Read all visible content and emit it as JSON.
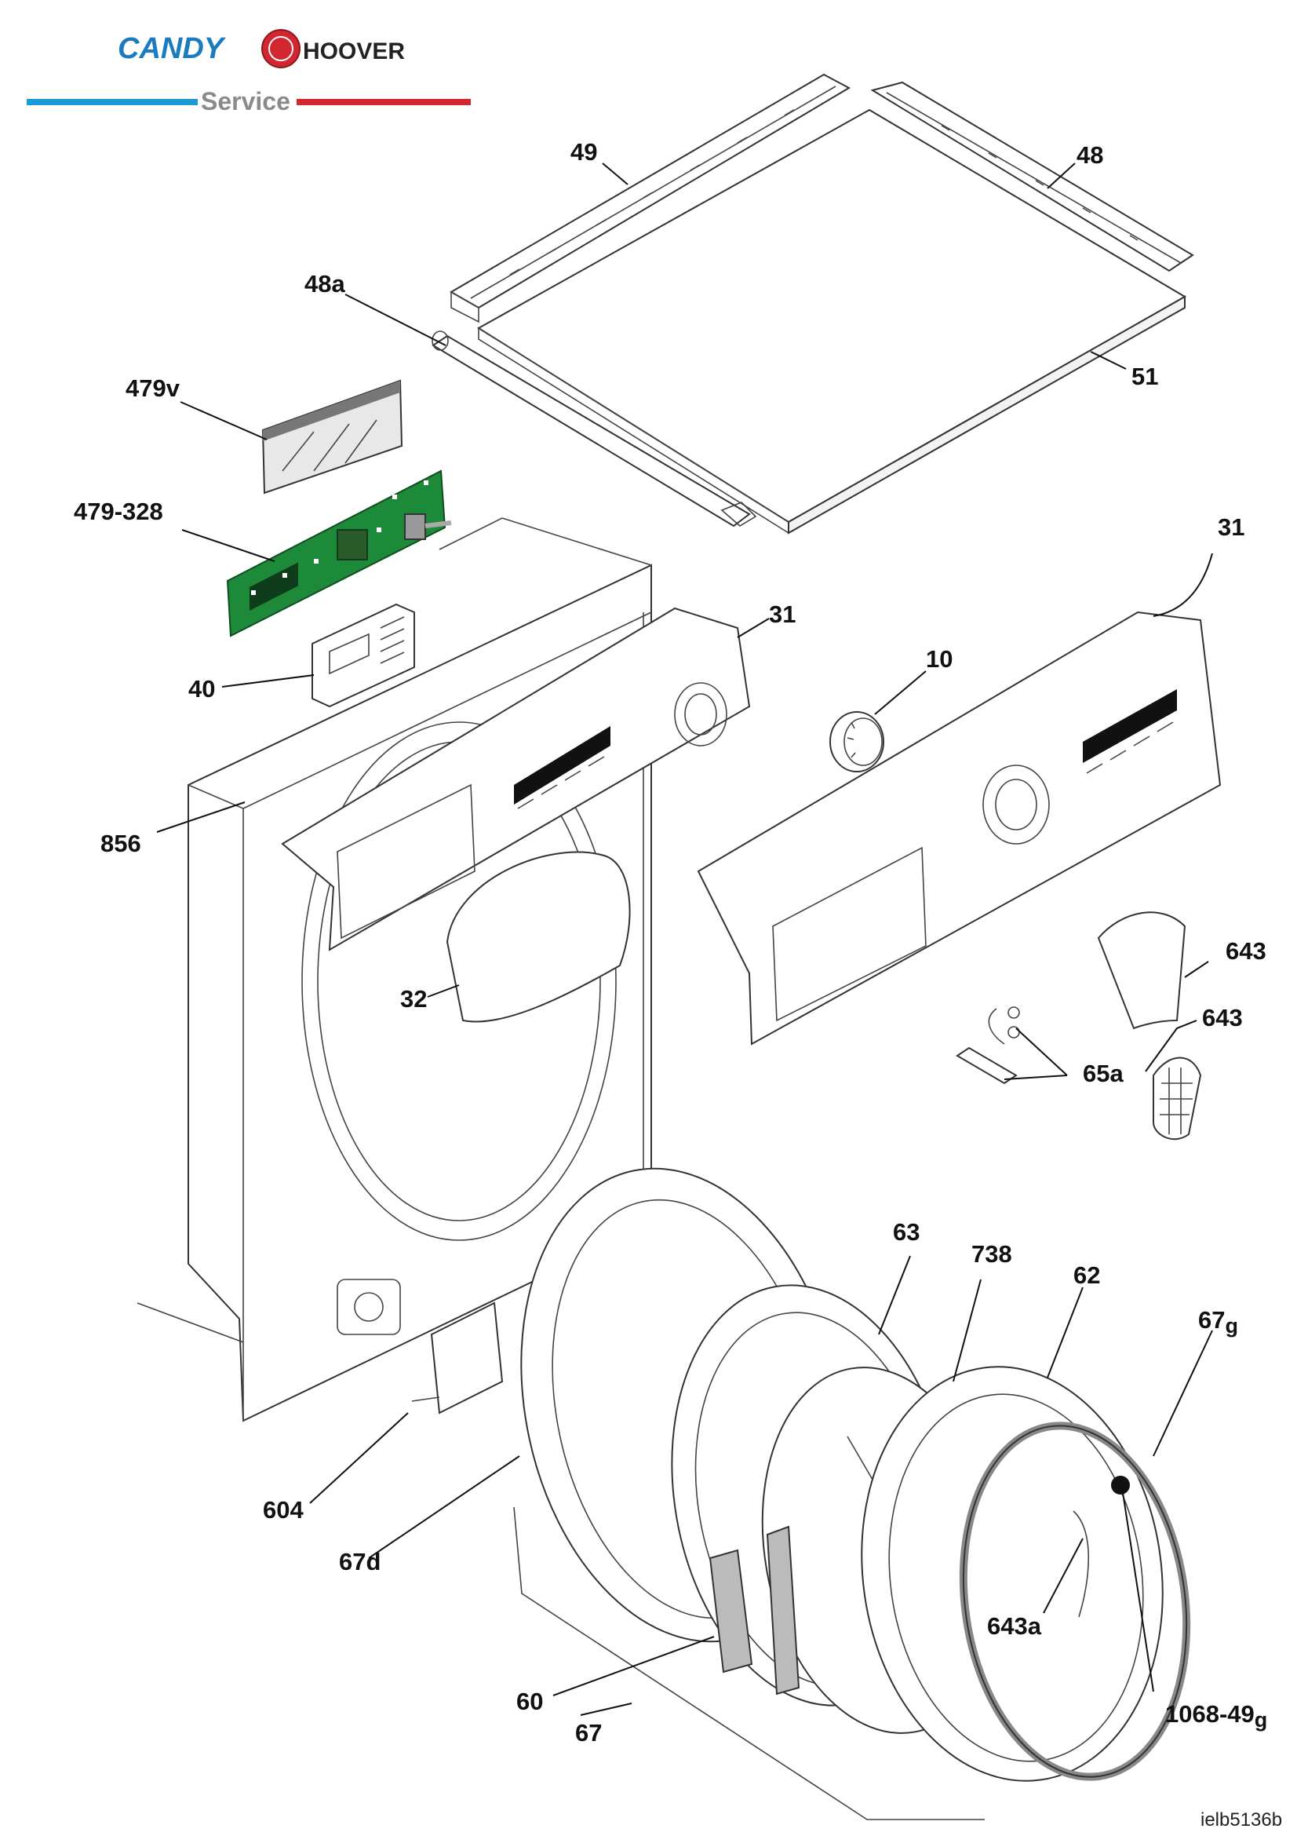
{
  "header": {
    "brand_candy": "CANDY",
    "brand_hoover": "HOOVER",
    "service_label": "Service",
    "colors": {
      "candy_blue": "#1a7bbf",
      "hoover_red": "#d22630",
      "service_grey": "#8a8a8a"
    }
  },
  "labels": {
    "l49": "49",
    "l48": "48",
    "l48a": "48a",
    "l51": "51",
    "l479v": "479v",
    "l479_328": "479-328",
    "l40": "40",
    "l31_left": "31",
    "l31_right": "31",
    "l10": "10",
    "l856": "856",
    "l32": "32",
    "l643_top": "643",
    "l643_mid": "643",
    "l65a": "65a",
    "l63": "63",
    "l738": "738",
    "l62": "62",
    "l67g_main": "67",
    "l67g_sub": "g",
    "l604": "604",
    "l67d": "67d",
    "l643a": "643a",
    "l60": "60",
    "l67": "67",
    "l1068_main": "1068-",
    "l1068_49": "49",
    "l1068_sub": "g"
  },
  "footer": {
    "drawing_ref": "ielb5136b"
  },
  "icons": {
    "hoover_logo": "hoover-circle-logo-icon"
  }
}
